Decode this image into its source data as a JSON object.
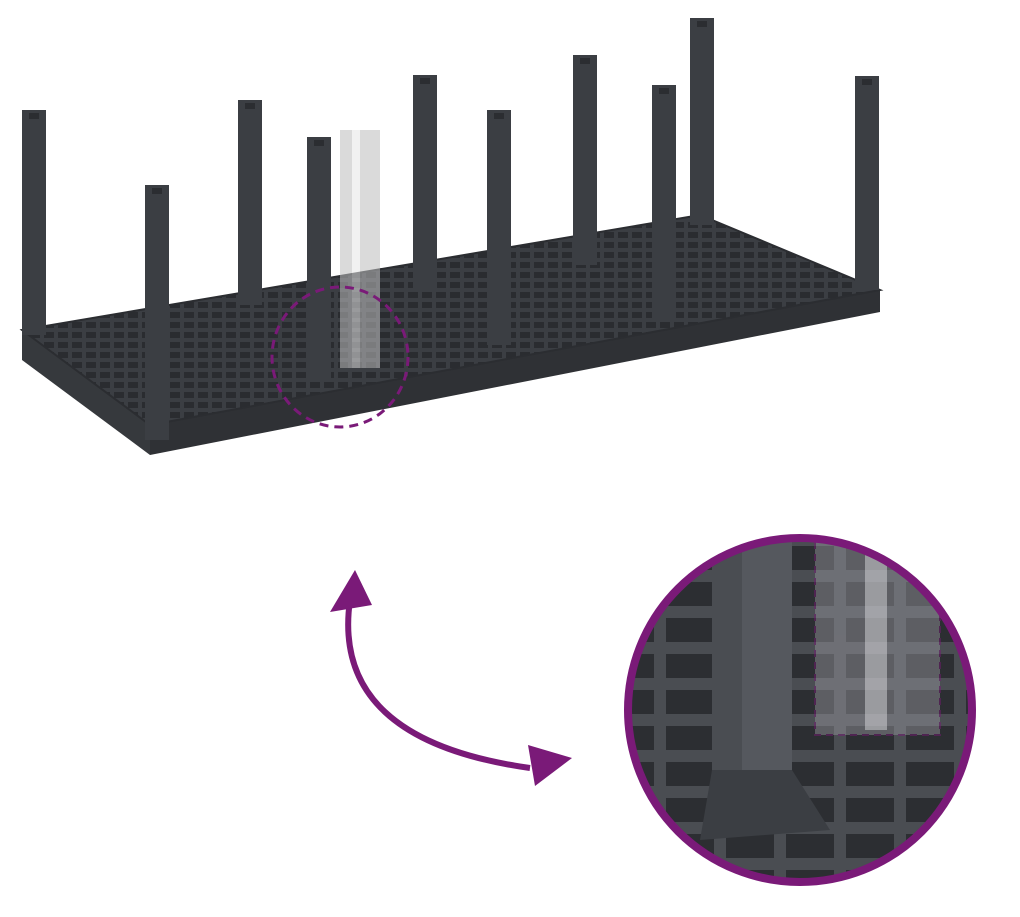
{
  "colors": {
    "background": "#ffffff",
    "product": "#3b3e43",
    "product_dark": "#2b2d31",
    "product_light": "#55585e",
    "accent": "#7a1a78",
    "ghost_post": "#c9c9c9"
  },
  "illustration": {
    "subject": "grid-tray",
    "detail_view": "magnified-joint",
    "arrow": "curved-double-arrow"
  }
}
